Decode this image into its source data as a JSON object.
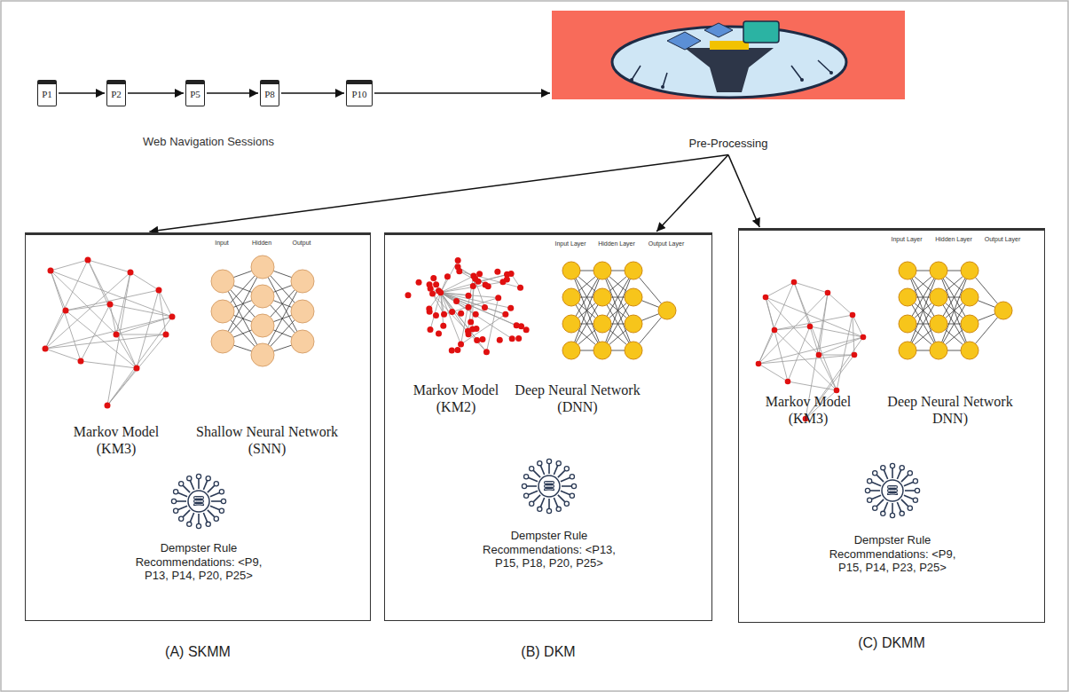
{
  "diagram": {
    "nodes": [
      {
        "text": [
          "P1"
        ]
      },
      {
        "text": [
          "P2"
        ]
      },
      {
        "text": [
          "P5"
        ]
      },
      {
        "text": [
          "P8"
        ]
      },
      {
        "text": [
          "P10"
        ]
      },
      {
        "text": [
          "Pre-Processing"
        ]
      },
      {
        "text": [
          "Markov Model (KM3)",
          "Shallow Neural Network (SNN)",
          "Dempster Rule Recommendations: <P9, P13, P14, P20, P25>",
          "(A) SKMM"
        ]
      },
      {
        "text": [
          "Markov Model (KM2)",
          "Deep Neural Network (DNN)",
          "Dempster Rule Recommendations: <P13, P15, P18, P20, P25>",
          "(B) DKM"
        ]
      },
      {
        "text": [
          "Markov Model (KM3)",
          "Deep Neural Network DNN)",
          "Dempster Rule Recommendations: <P9, P15, P14, P23, P25>",
          "(C) DKMM"
        ]
      }
    ],
    "edges": [
      {
        "from": 0,
        "to": 1,
        "arrow": "to"
      },
      {
        "from": 1,
        "to": 2,
        "arrow": "to"
      },
      {
        "from": 2,
        "to": 3,
        "arrow": "to"
      },
      {
        "from": 3,
        "to": 4,
        "arrow": "to"
      },
      {
        "from": 4,
        "to": 5,
        "arrow": "to"
      },
      {
        "from": 5,
        "to": 6,
        "arrow": "to"
      },
      {
        "from": 5,
        "to": 7,
        "arrow": "to"
      },
      {
        "from": 5,
        "to": 8,
        "arrow": "to"
      }
    ],
    "labels": [
      "Web Navigation Sessions",
      "Input",
      "Hidden",
      "Output",
      "Input Layer",
      "Hidden Layer",
      "Output Layer",
      "Input Layer",
      "Hidden Layer",
      "Output Layer"
    ]
  }
}
